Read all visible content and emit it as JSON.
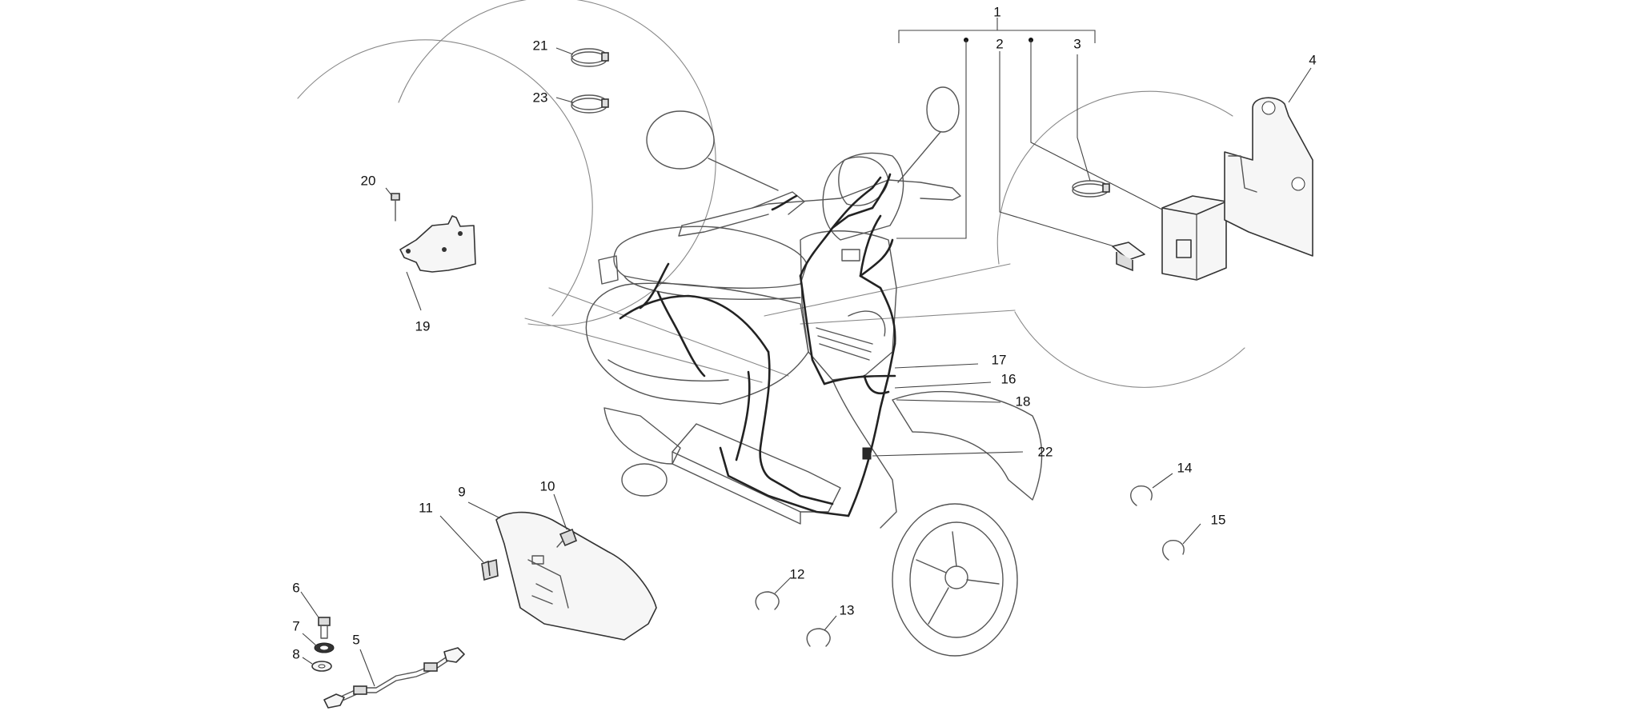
{
  "diagram": {
    "labels": {
      "l1": "1",
      "l2": "2",
      "l3": "3",
      "l4": "4",
      "l5": "5",
      "l6": "6",
      "l7": "7",
      "l8": "8",
      "l9": "9",
      "l10": "10",
      "l11": "11",
      "l12": "12",
      "l13": "13",
      "l14": "14",
      "l15": "15",
      "l16": "16",
      "l17": "17",
      "l18": "18",
      "l19": "19",
      "l20": "20",
      "l21": "21",
      "l22": "22",
      "l23": "23"
    }
  }
}
